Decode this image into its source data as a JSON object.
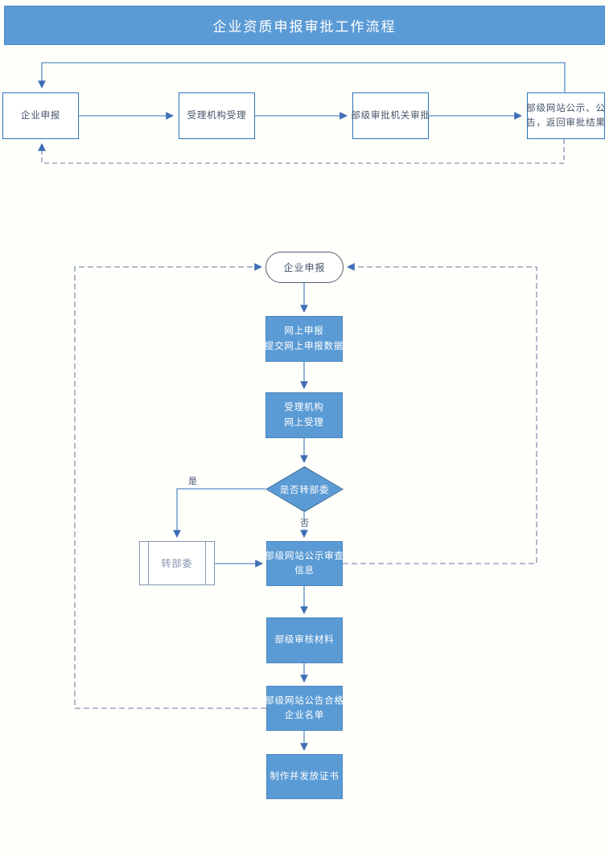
{
  "header": {
    "title": "企业资质申报审批工作流程"
  },
  "top_flow": {
    "box_enterprise_apply": {
      "label": "企业申报"
    },
    "box_accept": {
      "label": "受理机构受理"
    },
    "box_ministry_approve": {
      "label": "部级审批机关审批"
    },
    "box_publish_result": {
      "lines": [
        "部级网站公示、公",
        "告，返回审批结果"
      ]
    }
  },
  "detail_flow": {
    "start": {
      "label": "企业申报"
    },
    "step_online_application": {
      "lines": [
        "网上申报",
        "提交网上申报数据"
      ]
    },
    "step_online_acceptance": {
      "lines": [
        "受理机构",
        "网上受理"
      ]
    },
    "decision_transfer": {
      "label": "是否转部委",
      "yes": "是",
      "no": "否"
    },
    "subprocess_transfer": {
      "label": "转部委"
    },
    "step_publicity_review": {
      "lines": [
        "部级网站公示审查",
        "信息"
      ]
    },
    "step_review_materials": {
      "label": "部级审核材料"
    },
    "step_announce_list": {
      "lines": [
        "部级网站公告合格",
        "企业名单"
      ]
    },
    "step_issue_certificate": {
      "label": "制作并发放证书"
    }
  },
  "colors": {
    "banner_fill": "#5b9bd5",
    "blue_box_fill": "#5b9bd5",
    "blue_box_border": "#41719c",
    "white_box_border": "#2e75b6",
    "wire": "#5b8fc9",
    "arrowhead": "#3f6fb5",
    "dashed_wire": "#8496b0",
    "text_dark": "#44546a",
    "text_light": "#ffffff"
  }
}
